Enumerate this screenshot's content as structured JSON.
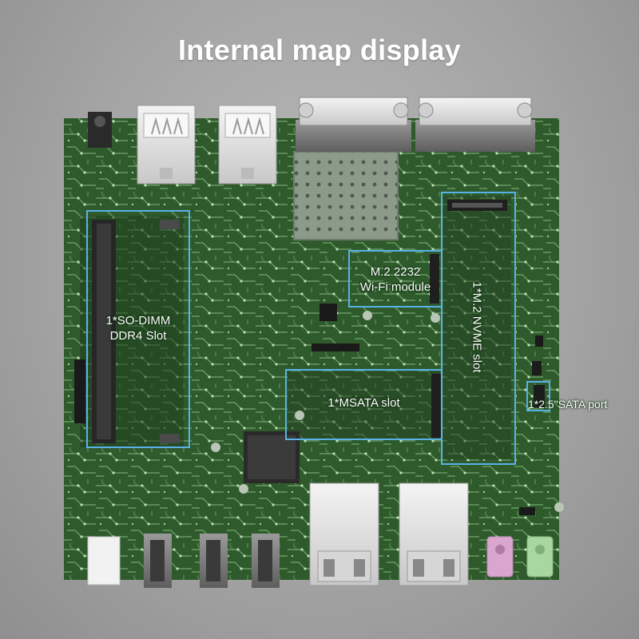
{
  "title": "Internal map display",
  "callouts": {
    "sodimm": {
      "line1": "1*SO-DIMM",
      "line2": "DDR4 Slot"
    },
    "wifi": {
      "line1": "M.2 2232",
      "line2": "Wi-Fi module"
    },
    "nvme": {
      "text": "1*M.2 NVME slot"
    },
    "msata": {
      "text": "1*MSATA slot"
    },
    "sata": {
      "text": "1*2.5\"SATA port"
    }
  },
  "colors": {
    "board": "#2f5a2c",
    "trace": "#7fb57a",
    "callout_border": "#58b2e8",
    "usb_port": "#e9e9e9",
    "vga_port": "#b5b5b5",
    "audio_pink": "#d9a6cf",
    "audio_green": "#a9d7a2"
  }
}
